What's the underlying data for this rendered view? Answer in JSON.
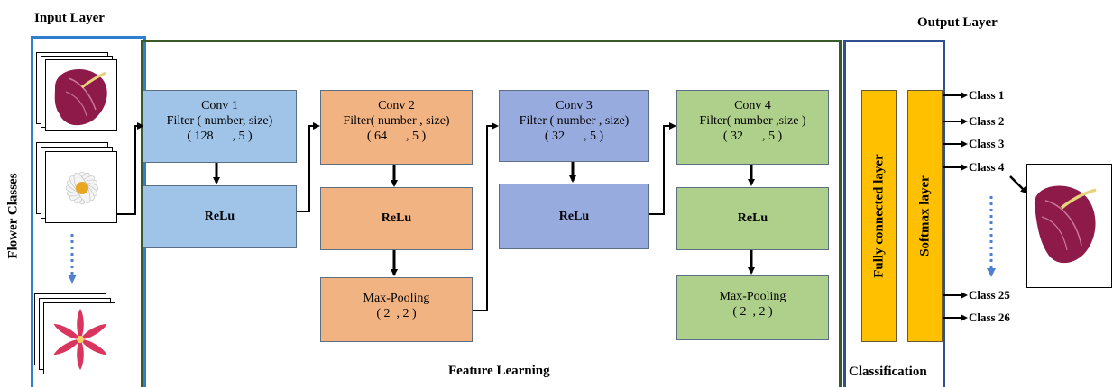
{
  "sections": {
    "input_title": "Input Layer",
    "output_title": "Output Layer",
    "feature_title": "Feature Learning",
    "classification_title": "Classification",
    "side_label": "Flower Classes"
  },
  "conv_blocks": [
    {
      "title": "Conv 1",
      "filter": "Filter ( number, size)",
      "params": "( 128      , 5 )",
      "relu": "ReLu",
      "pool": null
    },
    {
      "title": "Conv 2",
      "filter": "Filter( number , size)",
      "params": "( 64      , 5 )",
      "relu": "ReLu",
      "pool": {
        "label": "Max-Pooling",
        "params": "( 2  , 2 )"
      }
    },
    {
      "title": "Conv 3",
      "filter": "Filter ( number , size)",
      "params": "( 32      , 5 )",
      "relu": "ReLu",
      "pool": null
    },
    {
      "title": "Conv 4",
      "filter": "Filter( number ,size )",
      "params": "( 32      , 5 )",
      "relu": "ReLu",
      "pool": {
        "label": "Max-Pooling",
        "params": "( 2  , 2 )"
      }
    }
  ],
  "classification": {
    "fc_label": "Fully connected layer",
    "softmax_label": "Softmax layer"
  },
  "classes": [
    "Class 1",
    "Class 2",
    "Class 3",
    "Class 4",
    "Class 25",
    "Class 26"
  ],
  "colors": {
    "input_frame": "#2f7fcf",
    "feature_frame": "#3b5a2a",
    "classification_frame": "#2f4f8f",
    "conv1": "#9fc4e8",
    "conv2": "#f2b383",
    "conv3": "#98abdf",
    "conv4": "#aed08a",
    "dense": "#ffc000",
    "dotted_arrow": "#4f7fd1"
  }
}
